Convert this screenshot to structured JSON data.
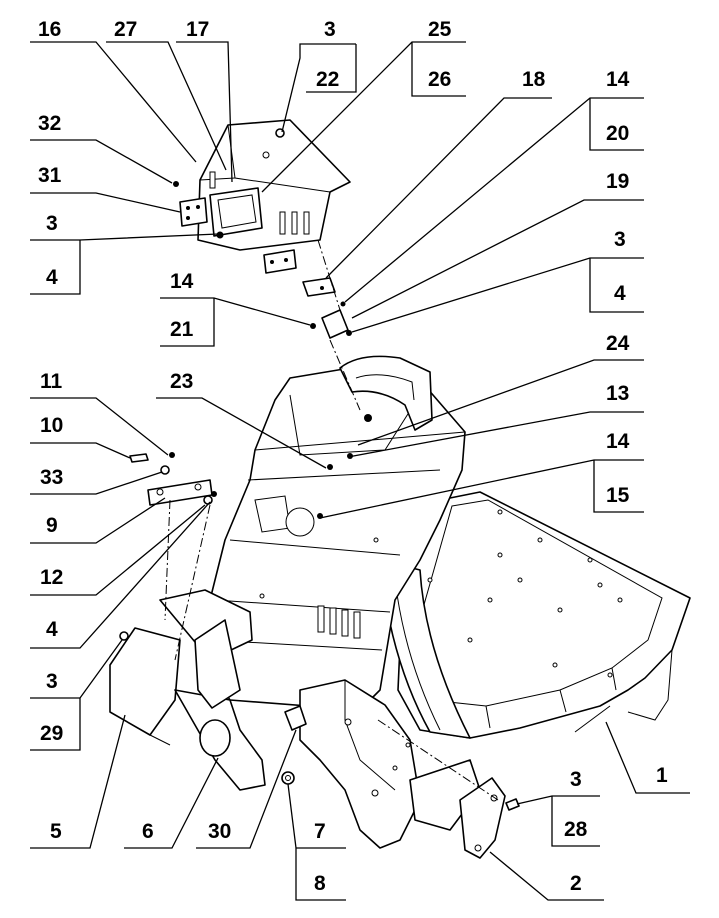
{
  "labels": {
    "n16": "16",
    "n27": "27",
    "n17": "17",
    "n3a": "3",
    "n22": "22",
    "n25": "25",
    "n26": "26",
    "n18": "18",
    "n14a": "14",
    "n20": "20",
    "n32": "32",
    "n31": "31",
    "n19": "19",
    "n3b": "3",
    "n4a": "4",
    "n3c": "3",
    "n4b": "4",
    "n14b": "14",
    "n21": "21",
    "n11": "11",
    "n23": "23",
    "n24": "24",
    "n10": "10",
    "n13": "13",
    "n33": "33",
    "n14c": "14",
    "n15": "15",
    "n9": "9",
    "n12": "12",
    "n4c": "4",
    "n3d": "3",
    "n29": "29",
    "n1": "1",
    "n3e": "3",
    "n28": "28",
    "n5": "5",
    "n6": "6",
    "n30": "30",
    "n7": "7",
    "n8": "8",
    "n2": "2"
  }
}
